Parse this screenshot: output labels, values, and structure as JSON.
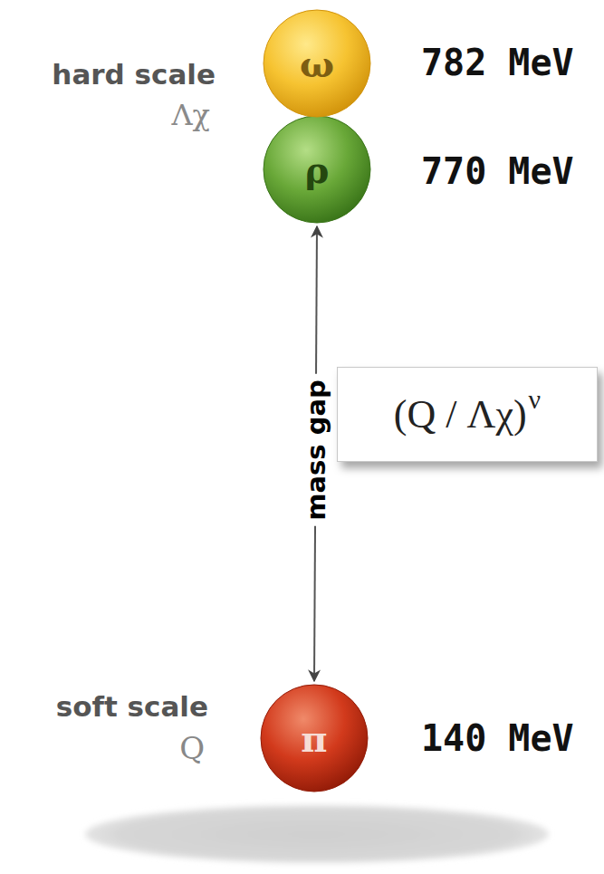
{
  "diagram": {
    "nodes": [
      {
        "text": [
          "ω"
        ]
      },
      {
        "text": [
          "ρ"
        ]
      },
      {
        "text": [
          "(Q / Λχ)",
          "ν"
        ]
      },
      {
        "text": [
          "π"
        ]
      }
    ],
    "edges": [
      {
        "from": 1,
        "to": 3,
        "arrow": "both",
        "label": "mass gap"
      }
    ],
    "labels": [
      "hard scale",
      "Λχ",
      "782 MeV",
      "770 MeV",
      "soft scale",
      "Q",
      "140 MeV"
    ]
  }
}
